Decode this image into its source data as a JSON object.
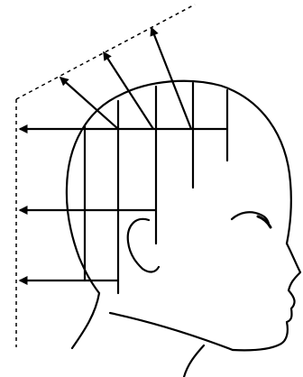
{
  "diagram": {
    "subject": "head-profile-sectioning",
    "stroke_color": "#000000",
    "background_color": "#ffffff",
    "dashed_guides": [
      "vertical-guide",
      "diagonal-guide"
    ],
    "horizontal_arrows": [
      "upper-horizontal-arrow",
      "middle-horizontal-arrow",
      "lower-horizontal-arrow"
    ],
    "diagonal_arrows": [
      "front-diagonal-arrow",
      "middle-diagonal-arrow",
      "rear-diagonal-arrow"
    ]
  }
}
